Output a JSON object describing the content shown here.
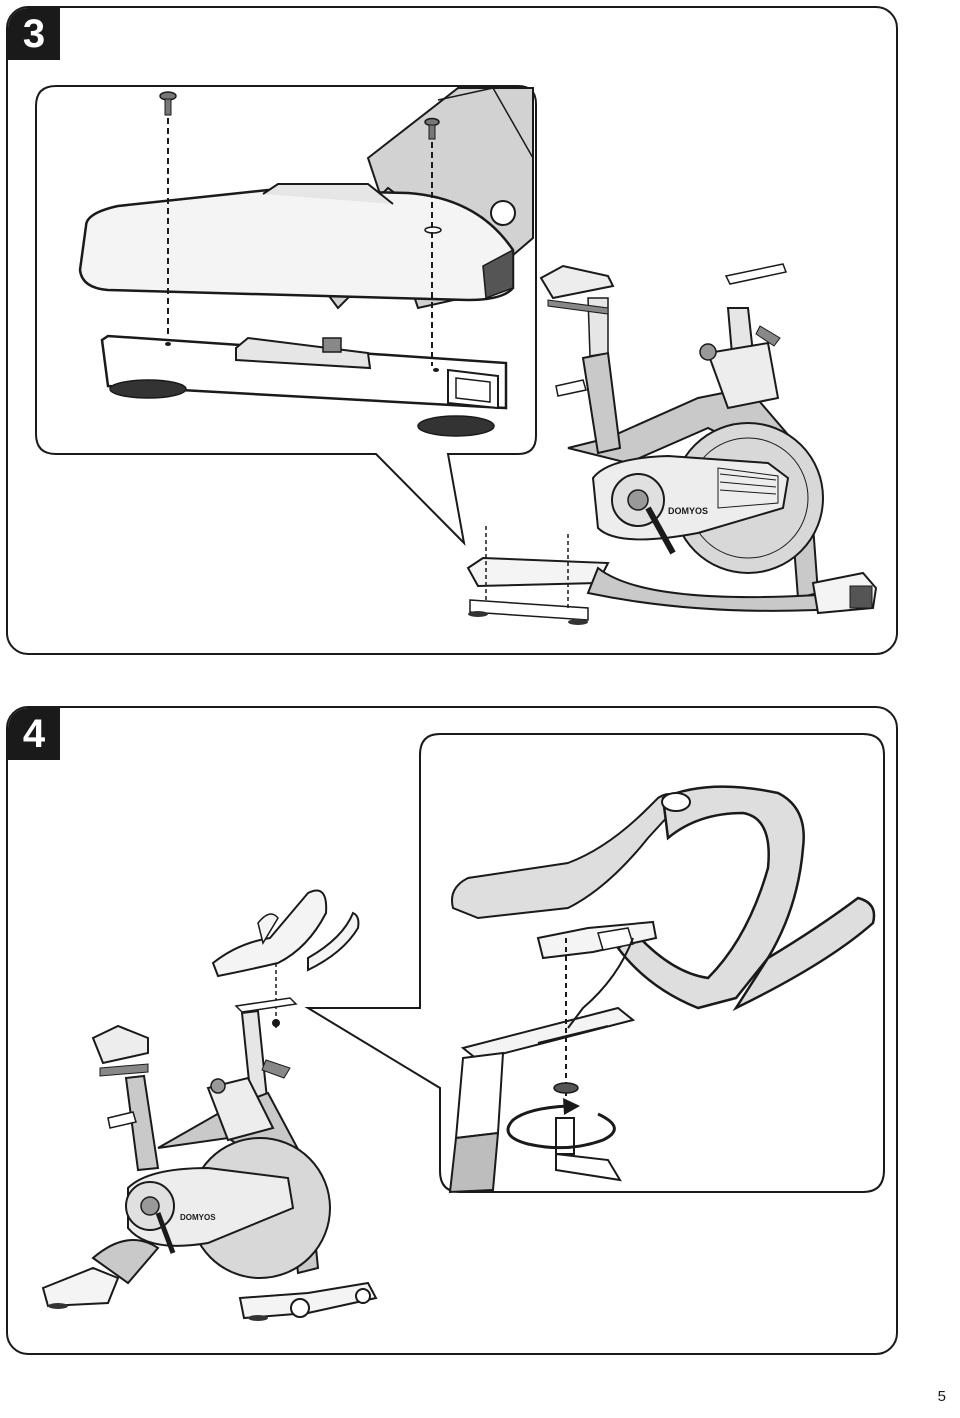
{
  "steps": [
    {
      "number": "3"
    },
    {
      "number": "4"
    }
  ],
  "brand": "DOMYOS",
  "page": {
    "number": "5"
  },
  "colors": {
    "line": "#1a1a1a",
    "frame_grey": "#c9c9c9",
    "fill_light": "#f2f2f2",
    "dark": "#333333"
  },
  "icons": [
    "screw-icon",
    "rotation-arrow-icon",
    "washer-icon"
  ]
}
